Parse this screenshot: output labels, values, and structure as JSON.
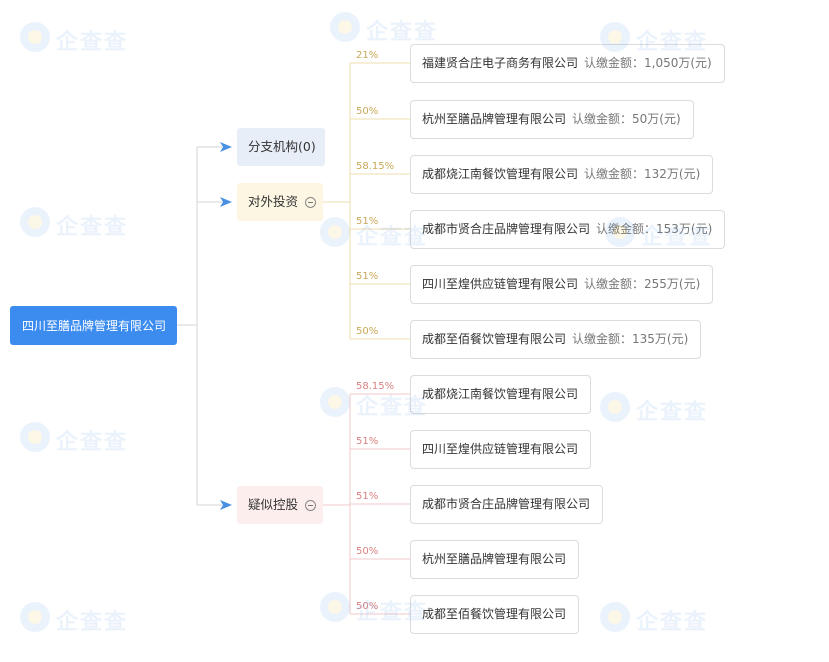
{
  "root": {
    "label": "四川至膳品牌管理有限公司"
  },
  "categories": {
    "branch": {
      "label": "分支机构(0)"
    },
    "invest": {
      "label": "对外投资"
    },
    "control": {
      "label": "疑似控股"
    }
  },
  "investments": [
    {
      "pct": "21%",
      "name": "福建贤合庄电子商务有限公司",
      "amount": "认缴金额：1,050万(元)"
    },
    {
      "pct": "50%",
      "name": "杭州至膳品牌管理有限公司",
      "amount": "认缴金额：50万(元)"
    },
    {
      "pct": "58.15%",
      "name": "成都烧江南餐饮管理有限公司",
      "amount": "认缴金额：132万(元)"
    },
    {
      "pct": "51%",
      "name": "成都市贤合庄品牌管理有限公司",
      "amount": "认缴金额：153万(元)"
    },
    {
      "pct": "51%",
      "name": "四川至煌供应链管理有限公司",
      "amount": "认缴金额：255万(元)"
    },
    {
      "pct": "50%",
      "name": "成都至佰餐饮管理有限公司",
      "amount": "认缴金额：135万(元)"
    }
  ],
  "controlled": [
    {
      "pct": "58.15%",
      "name": "成都烧江南餐饮管理有限公司"
    },
    {
      "pct": "51%",
      "name": "四川至煌供应链管理有限公司"
    },
    {
      "pct": "51%",
      "name": "成都市贤合庄品牌管理有限公司"
    },
    {
      "pct": "50%",
      "name": "杭州至膳品牌管理有限公司"
    },
    {
      "pct": "50%",
      "name": "成都至佰餐饮管理有限公司"
    }
  ],
  "colors": {
    "root": "#3c8cf0",
    "arrow": "#4a90e2",
    "invest_line": "#ecdcae",
    "control_line": "#f0c8c8",
    "main_line": "#d6d6d6"
  },
  "watermark": {
    "text": "企查查"
  }
}
